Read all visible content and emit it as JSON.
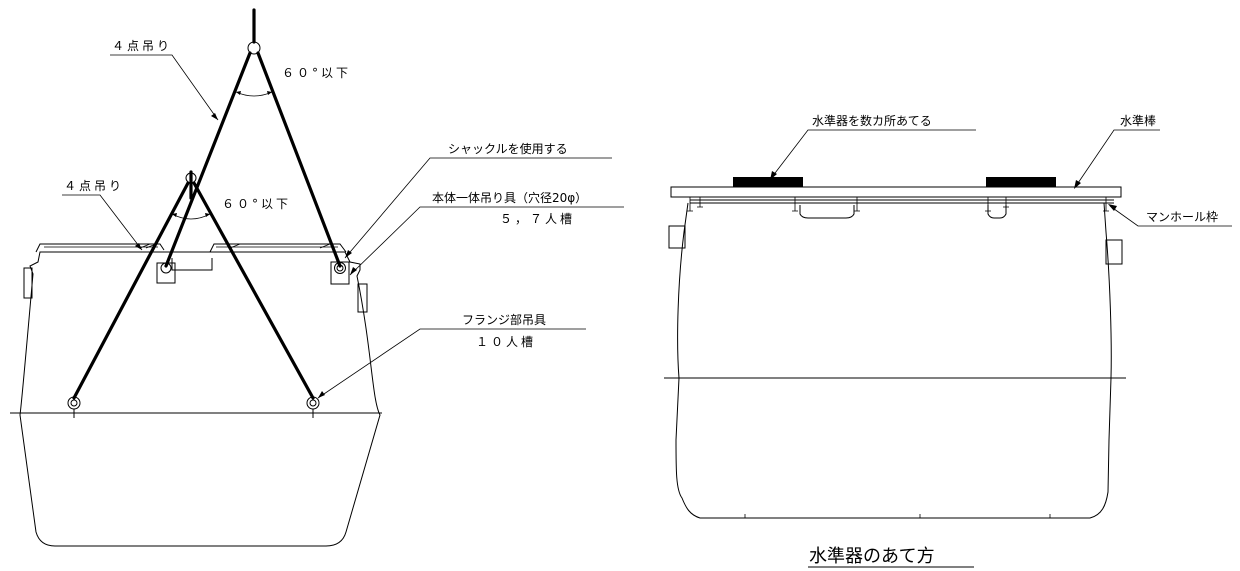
{
  "left_diagram": {
    "label_4pt_upper": "４点吊り",
    "label_angle_upper": "６０°以下",
    "label_4pt_lower": "４点吊り",
    "label_angle_lower": "６０°以下",
    "label_shackle": "シャックルを使用する",
    "label_body_lift": "本体一体吊り具（穴径20φ）",
    "label_body_lift_sub": "５，７人槽",
    "label_flange_lift": "フランジ部吊具",
    "label_flange_lift_sub": "１０人槽"
  },
  "right_diagram": {
    "label_level_tools": "水準器を数カ所あてる",
    "label_level_bar": "水準棒",
    "label_manhole": "マンホール枠",
    "caption": "水準器のあて方"
  }
}
